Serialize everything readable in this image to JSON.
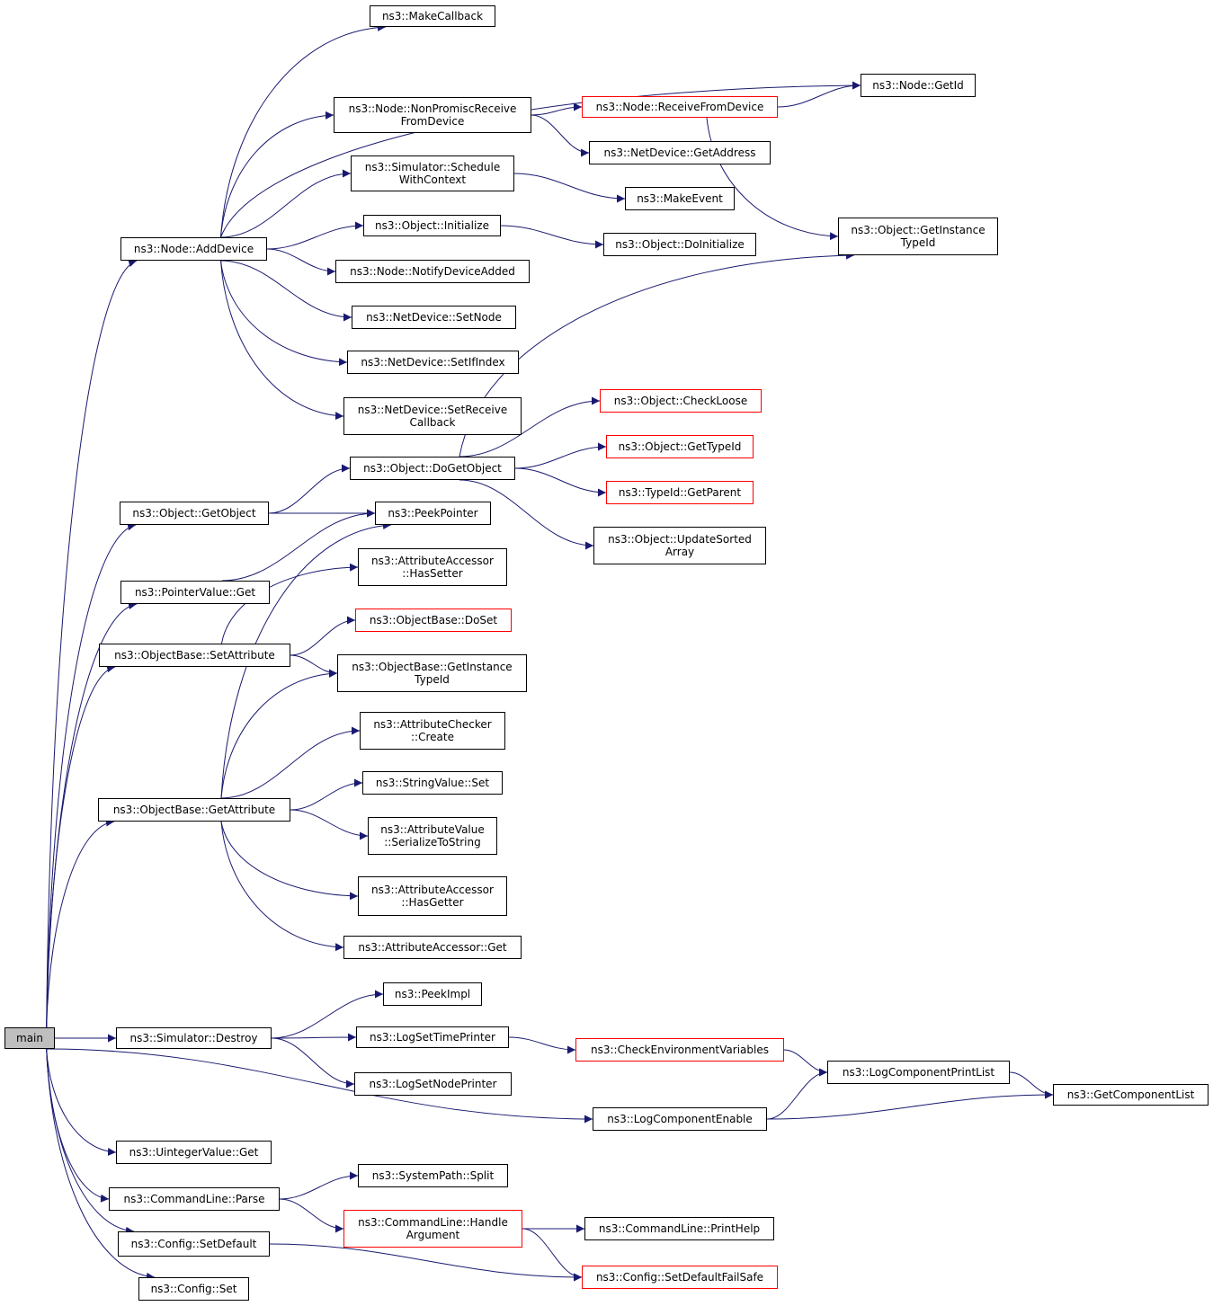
{
  "colors": {
    "edge": "#191970",
    "border": "#000000",
    "border_highlight": "#ff0000",
    "root_fill": "#bfbfbf",
    "background": "#ffffff"
  },
  "nodes": {
    "main": {
      "lines": [
        "main"
      ]
    },
    "make_callback": {
      "lines": [
        "ns3::MakeCallback"
      ]
    },
    "node_getid": {
      "lines": [
        "ns3::Node::GetId"
      ]
    },
    "node_nonpromisc": {
      "lines": [
        "ns3::Node::NonPromiscReceive",
        "FromDevice"
      ]
    },
    "node_receivefromdevice": {
      "lines": [
        "ns3::Node::ReceiveFromDevice"
      ],
      "highlight": true
    },
    "netdevice_getaddress": {
      "lines": [
        "ns3::NetDevice::GetAddress"
      ]
    },
    "simulator_schedulewithcontext": {
      "lines": [
        "ns3::Simulator::Schedule",
        "WithContext"
      ]
    },
    "make_event": {
      "lines": [
        "ns3::MakeEvent"
      ]
    },
    "object_getinstancetypeid": {
      "lines": [
        "ns3::Object::GetInstance",
        "TypeId"
      ]
    },
    "object_initialize": {
      "lines": [
        "ns3::Object::Initialize"
      ]
    },
    "object_doinitialize": {
      "lines": [
        "ns3::Object::DoInitialize"
      ]
    },
    "node_adddevice": {
      "lines": [
        "ns3::Node::AddDevice"
      ]
    },
    "node_notifydeviceadded": {
      "lines": [
        "ns3::Node::NotifyDeviceAdded"
      ]
    },
    "netdevice_setnode": {
      "lines": [
        "ns3::NetDevice::SetNode"
      ]
    },
    "netdevice_setifindex": {
      "lines": [
        "ns3::NetDevice::SetIfIndex"
      ]
    },
    "netdevice_setreceivecallback": {
      "lines": [
        "ns3::NetDevice::SetReceive",
        "Callback"
      ]
    },
    "object_checkloose": {
      "lines": [
        "ns3::Object::CheckLoose"
      ],
      "highlight": true
    },
    "object_gettypeid": {
      "lines": [
        "ns3::Object::GetTypeId"
      ],
      "highlight": true
    },
    "object_dogetobject": {
      "lines": [
        "ns3::Object::DoGetObject"
      ]
    },
    "typeid_getparent": {
      "lines": [
        "ns3::TypeId::GetParent"
      ],
      "highlight": true
    },
    "object_getobject": {
      "lines": [
        "ns3::Object::GetObject"
      ]
    },
    "peekpointer": {
      "lines": [
        "ns3::PeekPointer"
      ]
    },
    "object_updatesortedarray": {
      "lines": [
        "ns3::Object::UpdateSorted",
        "Array"
      ]
    },
    "attributeaccessor_hassetter": {
      "lines": [
        "ns3::AttributeAccessor",
        "::HasSetter"
      ]
    },
    "pointervalue_get": {
      "lines": [
        "ns3::PointerValue::Get"
      ]
    },
    "objectbase_doset": {
      "lines": [
        "ns3::ObjectBase::DoSet"
      ],
      "highlight": true
    },
    "objectbase_setattribute": {
      "lines": [
        "ns3::ObjectBase::SetAttribute"
      ]
    },
    "objectbase_getinstancetypeid": {
      "lines": [
        "ns3::ObjectBase::GetInstance",
        "TypeId"
      ]
    },
    "attributechecker_create": {
      "lines": [
        "ns3::AttributeChecker",
        "::Create"
      ]
    },
    "stringvalue_set": {
      "lines": [
        "ns3::StringValue::Set"
      ]
    },
    "objectbase_getattribute": {
      "lines": [
        "ns3::ObjectBase::GetAttribute"
      ]
    },
    "attributevalue_serializetostring": {
      "lines": [
        "ns3::AttributeValue",
        "::SerializeToString"
      ]
    },
    "attributeaccessor_hasgetter": {
      "lines": [
        "ns3::AttributeAccessor",
        "::HasGetter"
      ]
    },
    "attributeaccessor_get": {
      "lines": [
        "ns3::AttributeAccessor::Get"
      ]
    },
    "peekimpl": {
      "lines": [
        "ns3::PeekImpl"
      ]
    },
    "simulator_destroy": {
      "lines": [
        "ns3::Simulator::Destroy"
      ]
    },
    "logsettimeprinter": {
      "lines": [
        "ns3::LogSetTimePrinter"
      ]
    },
    "checkenvironmentvariables": {
      "lines": [
        "ns3::CheckEnvironmentVariables"
      ],
      "highlight": true
    },
    "logcomponentprintlist": {
      "lines": [
        "ns3::LogComponentPrintList"
      ]
    },
    "logsetnodeprinter": {
      "lines": [
        "ns3::LogSetNodePrinter"
      ]
    },
    "getcomponentlist": {
      "lines": [
        "ns3::GetComponentList"
      ]
    },
    "logcomponentenable": {
      "lines": [
        "ns3::LogComponentEnable"
      ]
    },
    "uintegervalue_get": {
      "lines": [
        "ns3::UintegerValue::Get"
      ]
    },
    "systempath_split": {
      "lines": [
        "ns3::SystemPath::Split"
      ]
    },
    "commandline_parse": {
      "lines": [
        "ns3::CommandLine::Parse"
      ]
    },
    "commandline_handleargument": {
      "lines": [
        "ns3::CommandLine::Handle",
        "Argument"
      ],
      "highlight": true
    },
    "commandline_printhelp": {
      "lines": [
        "ns3::CommandLine::PrintHelp"
      ]
    },
    "config_setdefault": {
      "lines": [
        "ns3::Config::SetDefault"
      ]
    },
    "config_setdefaultfailsafe": {
      "lines": [
        "ns3::Config::SetDefaultFailSafe"
      ],
      "highlight": true
    },
    "config_set": {
      "lines": [
        "ns3::Config::Set"
      ]
    }
  },
  "edges": [
    [
      "main",
      "node_adddevice"
    ],
    [
      "main",
      "object_getobject"
    ],
    [
      "main",
      "pointervalue_get"
    ],
    [
      "main",
      "objectbase_setattribute"
    ],
    [
      "main",
      "objectbase_getattribute"
    ],
    [
      "main",
      "simulator_destroy"
    ],
    [
      "main",
      "logcomponentenable"
    ],
    [
      "main",
      "uintegervalue_get"
    ],
    [
      "main",
      "commandline_parse"
    ],
    [
      "main",
      "config_setdefault"
    ],
    [
      "main",
      "config_set"
    ],
    [
      "node_adddevice",
      "make_callback"
    ],
    [
      "node_adddevice",
      "node_getid"
    ],
    [
      "node_adddevice",
      "node_nonpromisc"
    ],
    [
      "node_adddevice",
      "simulator_schedulewithcontext"
    ],
    [
      "node_adddevice",
      "object_initialize"
    ],
    [
      "node_adddevice",
      "node_notifydeviceadded"
    ],
    [
      "node_adddevice",
      "netdevice_setnode"
    ],
    [
      "node_adddevice",
      "netdevice_setifindex"
    ],
    [
      "node_adddevice",
      "netdevice_setreceivecallback"
    ],
    [
      "node_nonpromisc",
      "node_receivefromdevice"
    ],
    [
      "node_nonpromisc",
      "netdevice_getaddress"
    ],
    [
      "node_receivefromdevice",
      "node_getid"
    ],
    [
      "node_receivefromdevice",
      "object_getinstancetypeid"
    ],
    [
      "simulator_schedulewithcontext",
      "make_event"
    ],
    [
      "object_initialize",
      "object_doinitialize"
    ],
    [
      "object_getobject",
      "object_dogetobject"
    ],
    [
      "object_getobject",
      "peekpointer"
    ],
    [
      "object_dogetobject",
      "object_getinstancetypeid"
    ],
    [
      "object_dogetobject",
      "object_checkloose"
    ],
    [
      "object_dogetobject",
      "object_gettypeid"
    ],
    [
      "object_dogetobject",
      "typeid_getparent"
    ],
    [
      "object_dogetobject",
      "object_updatesortedarray"
    ],
    [
      "pointervalue_get",
      "peekpointer"
    ],
    [
      "objectbase_setattribute",
      "attributeaccessor_hassetter"
    ],
    [
      "objectbase_setattribute",
      "objectbase_doset"
    ],
    [
      "objectbase_setattribute",
      "objectbase_getinstancetypeid"
    ],
    [
      "objectbase_getattribute",
      "peekpointer"
    ],
    [
      "objectbase_getattribute",
      "objectbase_getinstancetypeid"
    ],
    [
      "objectbase_getattribute",
      "attributechecker_create"
    ],
    [
      "objectbase_getattribute",
      "stringvalue_set"
    ],
    [
      "objectbase_getattribute",
      "attributevalue_serializetostring"
    ],
    [
      "objectbase_getattribute",
      "attributeaccessor_hasgetter"
    ],
    [
      "objectbase_getattribute",
      "attributeaccessor_get"
    ],
    [
      "simulator_destroy",
      "peekimpl"
    ],
    [
      "simulator_destroy",
      "logsettimeprinter"
    ],
    [
      "simulator_destroy",
      "logsetnodeprinter"
    ],
    [
      "logsettimeprinter",
      "checkenvironmentvariables"
    ],
    [
      "checkenvironmentvariables",
      "logcomponentprintlist"
    ],
    [
      "logcomponentprintlist",
      "getcomponentlist"
    ],
    [
      "logcomponentenable",
      "logcomponentprintlist"
    ],
    [
      "logcomponentenable",
      "getcomponentlist"
    ],
    [
      "commandline_parse",
      "systempath_split"
    ],
    [
      "commandline_parse",
      "commandline_handleargument"
    ],
    [
      "commandline_handleargument",
      "commandline_printhelp"
    ],
    [
      "commandline_handleargument",
      "config_setdefaultfailsafe"
    ],
    [
      "config_setdefault",
      "config_setdefaultfailsafe"
    ]
  ]
}
